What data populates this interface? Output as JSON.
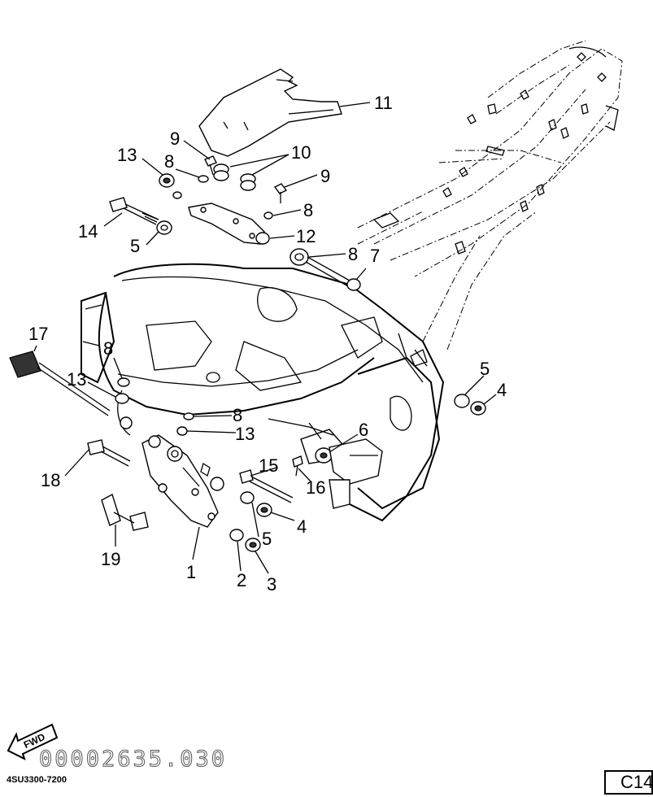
{
  "diagram": {
    "callouts": [
      {
        "id": "c11",
        "label": "11"
      },
      {
        "id": "c9a",
        "label": "9"
      },
      {
        "id": "c10",
        "label": "10"
      },
      {
        "id": "c13a",
        "label": "13"
      },
      {
        "id": "c8a",
        "label": "8"
      },
      {
        "id": "c9b",
        "label": "9"
      },
      {
        "id": "c8b",
        "label": "8"
      },
      {
        "id": "c14",
        "label": "14"
      },
      {
        "id": "c12",
        "label": "12"
      },
      {
        "id": "c5a",
        "label": "5"
      },
      {
        "id": "c8c",
        "label": "8"
      },
      {
        "id": "c7",
        "label": "7"
      },
      {
        "id": "c17",
        "label": "17"
      },
      {
        "id": "c8d",
        "label": "8"
      },
      {
        "id": "c13b",
        "label": "13"
      },
      {
        "id": "c5b",
        "label": "5"
      },
      {
        "id": "c4a",
        "label": "4"
      },
      {
        "id": "c8e",
        "label": "8"
      },
      {
        "id": "c13c",
        "label": "13"
      },
      {
        "id": "c6",
        "label": "6"
      },
      {
        "id": "c15",
        "label": "15"
      },
      {
        "id": "c16",
        "label": "16"
      },
      {
        "id": "c18",
        "label": "18"
      },
      {
        "id": "c4b",
        "label": "4"
      },
      {
        "id": "c5c",
        "label": "5"
      },
      {
        "id": "c19",
        "label": "19"
      },
      {
        "id": "c1",
        "label": "1"
      },
      {
        "id": "c2",
        "label": "2"
      },
      {
        "id": "c3",
        "label": "3"
      }
    ]
  },
  "fwd_label": "FWD",
  "watermark": "00002635.030",
  "drawing_code": "4SU3300-7200",
  "page_ref": "C14"
}
